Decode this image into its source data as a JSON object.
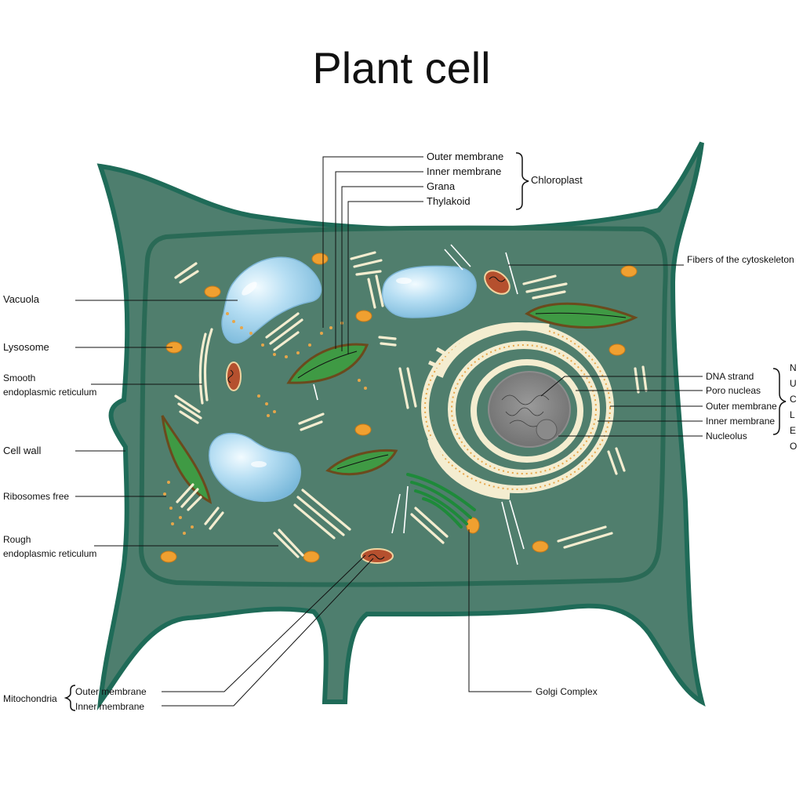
{
  "title": "Plant cell",
  "chloroplast": {
    "group_label": "Chloroplast",
    "parts": [
      "Outer membrane",
      "Inner membrane",
      "Grana",
      "Thylakoid"
    ]
  },
  "cytoskeleton_label": "Fibers of the cytoskeleton",
  "left_labels": {
    "vacuola": "Vacuola",
    "lysosome": "Lysosome",
    "smooth_er_line1": "Smooth",
    "smooth_er_line2": "endoplasmic reticulum",
    "cell_wall": "Cell wall",
    "ribosomes_free": "Ribosomes free",
    "rough_er_line1": "Rough",
    "rough_er_line2": "endoplasmic reticulum"
  },
  "nucleus": {
    "group_letters": [
      "N",
      "U",
      "C",
      "L",
      "E",
      "O"
    ],
    "parts": [
      "DNA strand",
      "Poro nucleas",
      "Outer membrane",
      "Inner membrane",
      "Nucleolus"
    ]
  },
  "mitochondria": {
    "group_label": "Mitochondria",
    "parts": [
      "Outer membrane",
      "Inner membrane"
    ]
  },
  "golgi_label": "Golgi Complex",
  "colors": {
    "cell_wall": "#4e7e6e",
    "wall_edge": "#1f6b58",
    "membrane": "#2a6a56",
    "cytoplasm": "#4f7d6c",
    "vacuole": "#a9d6ef",
    "chloroplast": "#3f9a44",
    "mitochondrion": "#b5502e",
    "lysosome": "#f0a030",
    "nucleolus": "#7a7a7a"
  }
}
